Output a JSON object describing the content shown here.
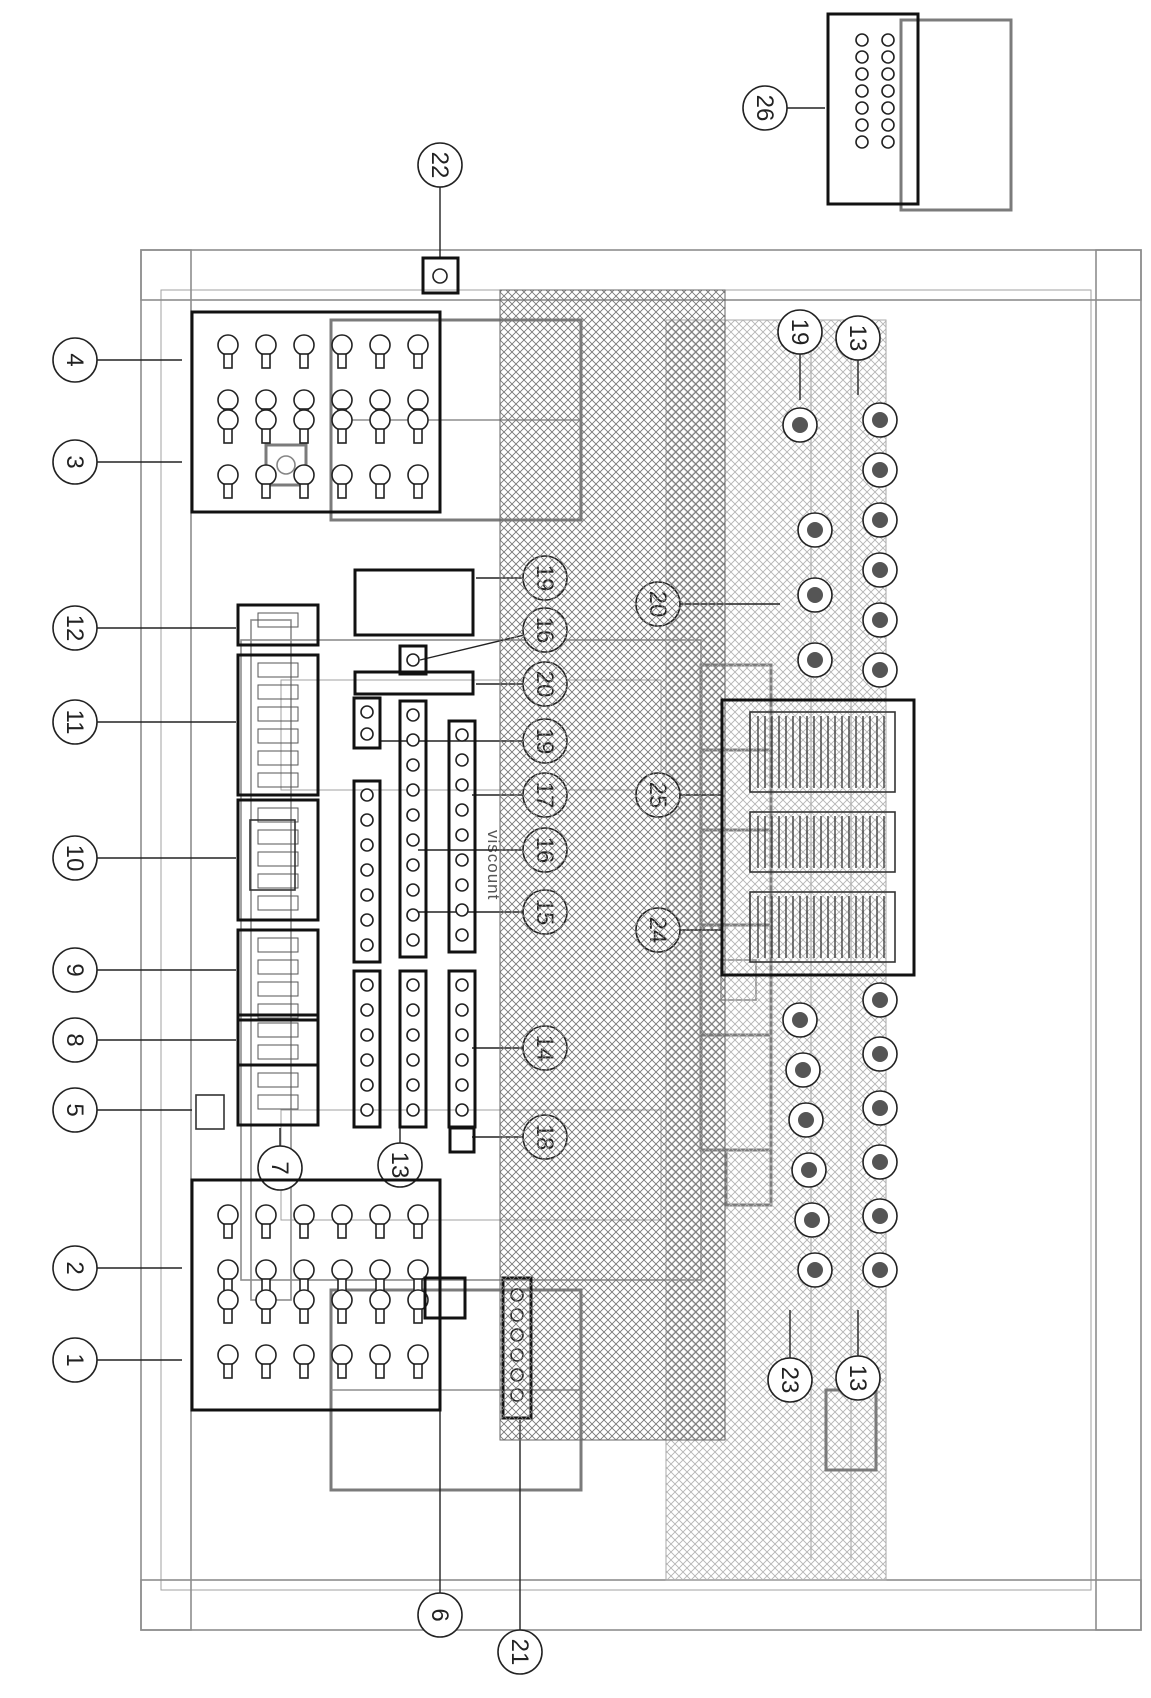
{
  "diagram": {
    "brand": "viscount",
    "callout_labels": [
      "1",
      "2",
      "3",
      "4",
      "5",
      "6",
      "7",
      "8",
      "9",
      "10",
      "11",
      "12",
      "13",
      "14",
      "15",
      "16",
      "17",
      "18",
      "19",
      "20",
      "21",
      "22",
      "23",
      "24",
      "25",
      "26"
    ]
  }
}
